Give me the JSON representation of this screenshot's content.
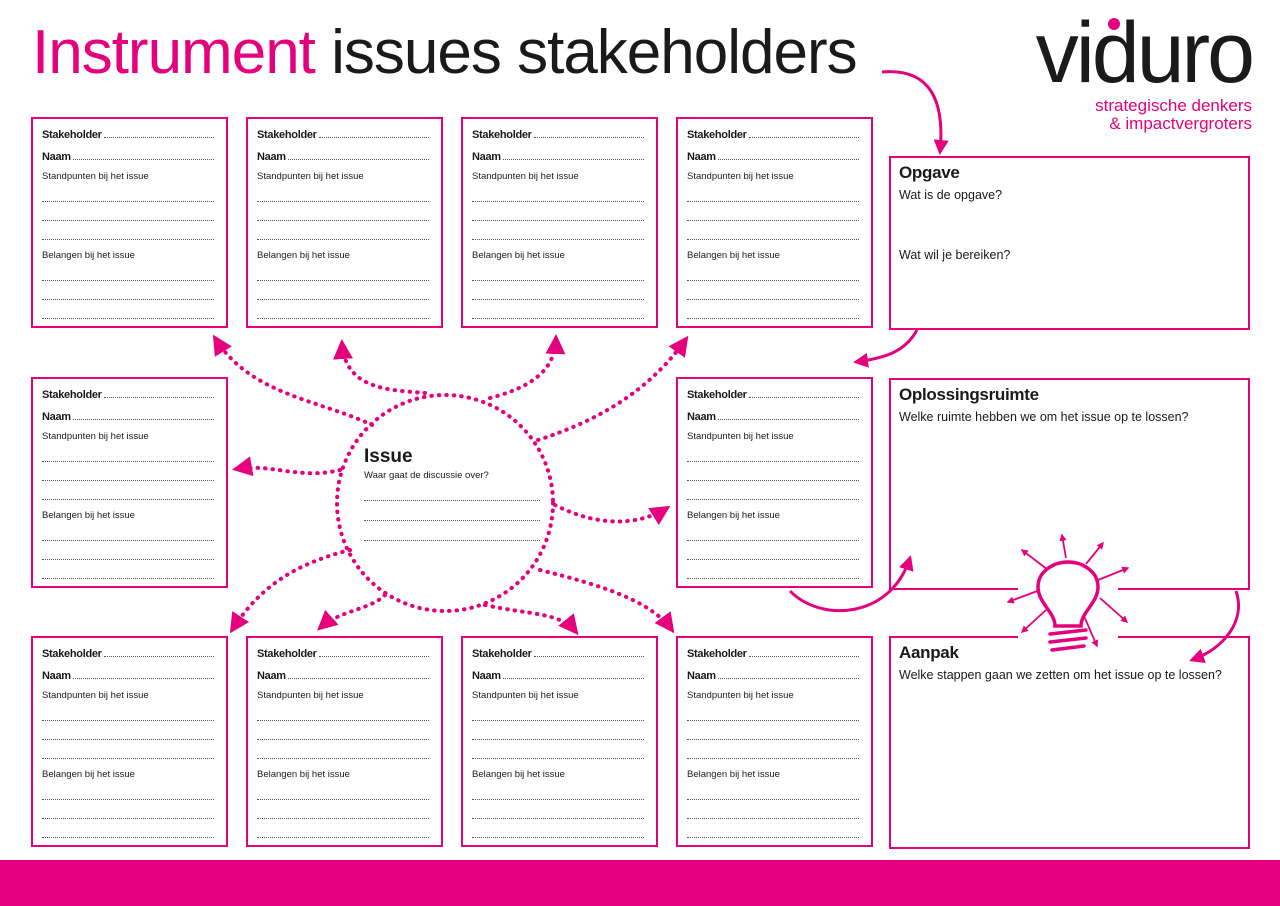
{
  "title": {
    "accent": "Instrument",
    "rest": "issues stakeholders"
  },
  "logo": {
    "word": "viduro",
    "tag1": "strategische denkers",
    "tag2": "& impactvergroters"
  },
  "card_labels": {
    "stakeholder": "Stakeholder",
    "naam": "Naam",
    "standpunten": "Standpunten bij het issue",
    "belangen": "Belangen bij het issue"
  },
  "issue": {
    "title": "Issue",
    "question": "Waar gaat de discussie over?"
  },
  "opgave": {
    "title": "Opgave",
    "q1": "Wat is de opgave?",
    "q2": "Wat wil je bereiken?"
  },
  "oplossingsruimte": {
    "title": "Oplossingsruimte",
    "q": "Welke ruimte hebben we om het issue op te lossen?"
  },
  "aanpak": {
    "title": "Aanpak",
    "q": "Welke stappen gaan we zetten om het issue op te lossen?"
  },
  "colors": {
    "accent": "#e5007d",
    "text": "#1a1a1a"
  },
  "icons": [
    "lightbulb-icon",
    "arrow-icon"
  ]
}
